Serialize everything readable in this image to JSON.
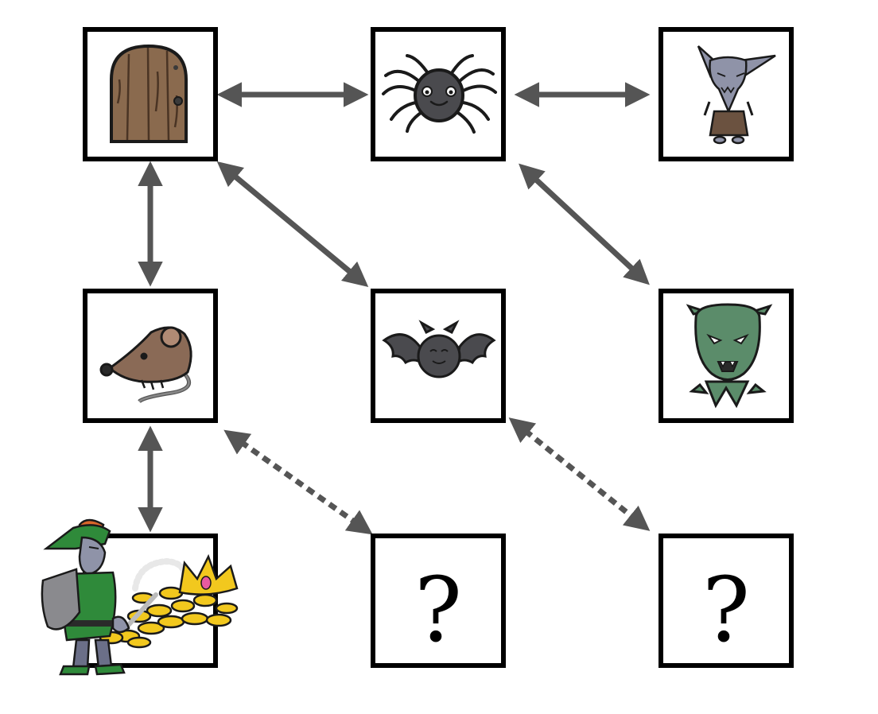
{
  "diagram": {
    "nodes": [
      {
        "id": "door",
        "icon": "door-icon",
        "label": ""
      },
      {
        "id": "spider",
        "icon": "spider-icon",
        "label": ""
      },
      {
        "id": "imp",
        "icon": "imp-icon",
        "label": ""
      },
      {
        "id": "rat",
        "icon": "rat-icon",
        "label": ""
      },
      {
        "id": "bat",
        "icon": "bat-icon",
        "label": ""
      },
      {
        "id": "goblin",
        "icon": "goblin-icon",
        "label": ""
      },
      {
        "id": "treasure",
        "icon": "knight-with-treasure-icon",
        "label": ""
      },
      {
        "id": "unknown-1",
        "icon": "question-mark",
        "label": "?"
      },
      {
        "id": "unknown-2",
        "icon": "question-mark",
        "label": "?"
      }
    ],
    "edges": [
      {
        "from": "door",
        "to": "spider",
        "style": "solid",
        "direction": "both"
      },
      {
        "from": "spider",
        "to": "imp",
        "style": "solid",
        "direction": "both"
      },
      {
        "from": "door",
        "to": "rat",
        "style": "solid",
        "direction": "both"
      },
      {
        "from": "door",
        "to": "bat",
        "style": "solid",
        "direction": "both"
      },
      {
        "from": "spider",
        "to": "goblin",
        "style": "solid",
        "direction": "both"
      },
      {
        "from": "rat",
        "to": "treasure",
        "style": "solid",
        "direction": "both"
      },
      {
        "from": "rat",
        "to": "unknown-1",
        "style": "dashed",
        "direction": "both"
      },
      {
        "from": "bat",
        "to": "unknown-2",
        "style": "dashed",
        "direction": "both"
      }
    ],
    "colors": {
      "box_border": "#000000",
      "arrow": "#555555",
      "door_wood": "#8a6a4e",
      "creature_dark": "#4a4a4e",
      "imp_skin": "#8f93a8",
      "goblin_skin": "#5b8c6a",
      "knight_green": "#2f8a3a",
      "gold": "#f2c81e"
    }
  }
}
